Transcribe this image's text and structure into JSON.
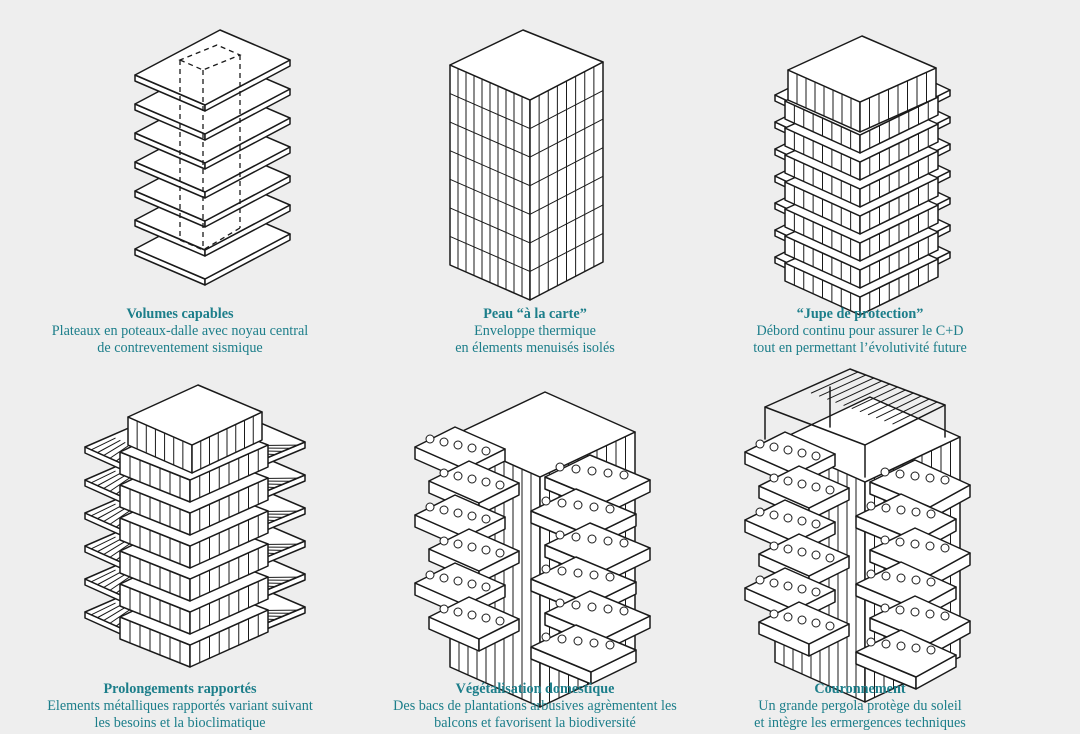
{
  "accent_color": "#1c7e8a",
  "panels": [
    {
      "id": "volumes",
      "title": "Volumes capables",
      "lines": [
        "Plateaux en poteaux-dalle avec noyau central",
        "de contreventement sismique"
      ]
    },
    {
      "id": "peau",
      "title": "Peau “à la carte”",
      "lines": [
        "Enveloppe thermique",
        "en élements menuisés isolés"
      ]
    },
    {
      "id": "jupe",
      "title": "“Jupe de protection”",
      "lines": [
        "Débord continu pour assurer le C+D",
        "tout en permettant l’évolutivité future"
      ]
    },
    {
      "id": "prolongements",
      "title": "Prolongements rapportés",
      "lines": [
        "Elements métalliques rapportés variant suivant",
        "les besoins et la bioclimatique"
      ]
    },
    {
      "id": "vegetalisation",
      "title": "Végétalisation domestique",
      "lines": [
        "Des bacs de plantations arbusives agrèmentent les",
        "balcons et favorisent la biodiversité"
      ]
    },
    {
      "id": "couronnement",
      "title": "Couronnement",
      "lines": [
        "Un grande pergola protège du soleil",
        "et intègre les ermergences techniques"
      ]
    }
  ]
}
